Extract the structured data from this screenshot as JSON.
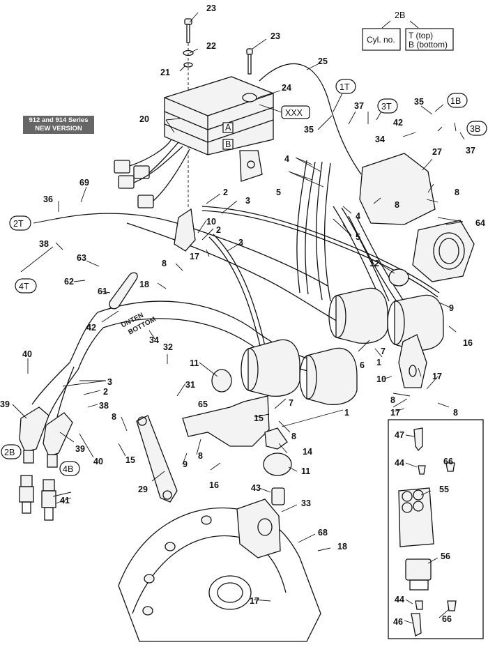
{
  "badge": {
    "line1": "912 and 914 Series",
    "line2": "NEW VERSION"
  },
  "legend": {
    "code": "2B",
    "cyl_label": "Cyl. no.",
    "top_label": "T (top)",
    "bottom_label": "B (bottom)"
  },
  "connector_tags": {
    "a": "A",
    "b": "B",
    "xxx": "XXX"
  },
  "stamps": {
    "unten": "UNTEN",
    "bottom": "BOTTOM"
  },
  "cylinder_tags": [
    "1T",
    "3T",
    "1B",
    "3B",
    "2T",
    "4T",
    "2B",
    "4B"
  ],
  "part_numbers": [
    "1",
    "2",
    "3",
    "4",
    "5",
    "6",
    "7",
    "8",
    "9",
    "10",
    "11",
    "12",
    "14",
    "15",
    "16",
    "17",
    "18",
    "20",
    "21",
    "22",
    "23",
    "24",
    "25",
    "27",
    "29",
    "31",
    "32",
    "33",
    "34",
    "35",
    "36",
    "37",
    "38",
    "39",
    "40",
    "41",
    "42",
    "43",
    "44",
    "46",
    "47",
    "55",
    "56",
    "61",
    "62",
    "63",
    "64",
    "65",
    "66",
    "68",
    "69"
  ]
}
